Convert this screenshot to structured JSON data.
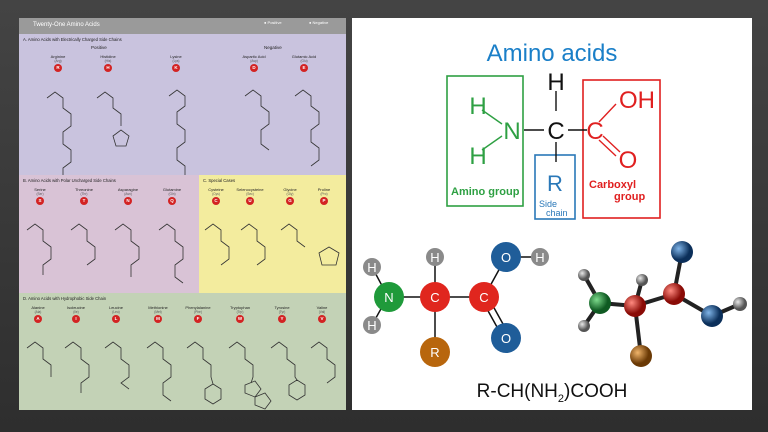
{
  "poster": {
    "title": "Twenty-One Amino Acids",
    "legend_positive": "Positive",
    "legend_negative": "Negative",
    "section_a": {
      "title": "A.  Amino Acids with Electrically Charged Side Chains",
      "group_positive": "Positive",
      "group_negative": "Negative",
      "acids": [
        {
          "name": "Arginine",
          "abbr": "(Arg)",
          "code": "R"
        },
        {
          "name": "Histidine",
          "abbr": "(His)",
          "code": "H"
        },
        {
          "name": "Lysine",
          "abbr": "(Lys)",
          "code": "K"
        },
        {
          "name": "Aspartic Acid",
          "abbr": "(Asp)",
          "code": "D"
        },
        {
          "name": "Glutamic Acid",
          "abbr": "(Glu)",
          "code": "E"
        }
      ]
    },
    "section_b": {
      "title": "B.  Amino Acids with Polar Uncharged Side Chains",
      "acids": [
        {
          "name": "Serine",
          "abbr": "(Ser)",
          "code": "S"
        },
        {
          "name": "Threonine",
          "abbr": "(Thr)",
          "code": "T"
        },
        {
          "name": "Asparagine",
          "abbr": "(Asn)",
          "code": "N"
        },
        {
          "name": "Glutamine",
          "abbr": "(Gln)",
          "code": "Q"
        }
      ]
    },
    "section_c": {
      "title": "C.  Special Cases",
      "acids": [
        {
          "name": "Cysteine",
          "abbr": "(Cys)",
          "code": "C"
        },
        {
          "name": "Selenocysteine",
          "abbr": "(Sec)",
          "code": "U"
        },
        {
          "name": "Glycine",
          "abbr": "(Gly)",
          "code": "G"
        },
        {
          "name": "Proline",
          "abbr": "(Pro)",
          "code": "P"
        }
      ]
    },
    "section_d": {
      "title": "D.  Amino Acids with Hydrophobic Side Chain",
      "acids": [
        {
          "name": "Alanine",
          "abbr": "(Ala)",
          "code": "A"
        },
        {
          "name": "Isoleucine",
          "abbr": "(Ile)",
          "code": "I"
        },
        {
          "name": "Leucine",
          "abbr": "(Leu)",
          "code": "L"
        },
        {
          "name": "Methionine",
          "abbr": "(Met)",
          "code": "M"
        },
        {
          "name": "Phenylalanine",
          "abbr": "(Phe)",
          "code": "F"
        },
        {
          "name": "Tryptophan",
          "abbr": "(Trp)",
          "code": "W"
        },
        {
          "name": "Tyrosine",
          "abbr": "(Tyr)",
          "code": "Y"
        },
        {
          "name": "Valine",
          "abbr": "(Val)",
          "code": "V"
        }
      ]
    },
    "colors": {
      "section_a": "#c9c3de",
      "section_b": "#d9c3d6",
      "section_c": "#f3ec9e",
      "section_d": "#c3d2b6",
      "badge": "#d32323"
    }
  },
  "card": {
    "title": "Amino acids",
    "structure": {
      "h_top": "H",
      "h_left_top": "H",
      "h_left_bottom": "H",
      "n": "N",
      "c_center": "C",
      "c_carboxyl": "C",
      "oh": "OH",
      "o": "O",
      "r": "R",
      "amino_group_label": "Amino group",
      "side_chain_label_1": "Side",
      "side_chain_label_2": "chain",
      "carboxyl_label_1": "Carboxyl",
      "carboxyl_label_2": "group"
    },
    "ball_model": {
      "h1": "H",
      "h2": "H",
      "h3": "H",
      "h4": "H",
      "n": "N",
      "c1": "C",
      "c2": "C",
      "o1": "O",
      "o2": "O",
      "r": "R"
    },
    "formula_prefix": "R-CH(NH",
    "formula_sub": "2",
    "formula_suffix": ")COOH",
    "colors": {
      "title": "#1a7fc8",
      "amino_group": "#2ea043",
      "carboxyl_group": "#e02020",
      "side_chain": "#2a78b8",
      "atom_h": "#8a8a8a",
      "atom_n": "#1f9a3a",
      "atom_c": "#e0261e",
      "atom_o": "#1f5d99",
      "atom_r": "#b8660d"
    }
  }
}
